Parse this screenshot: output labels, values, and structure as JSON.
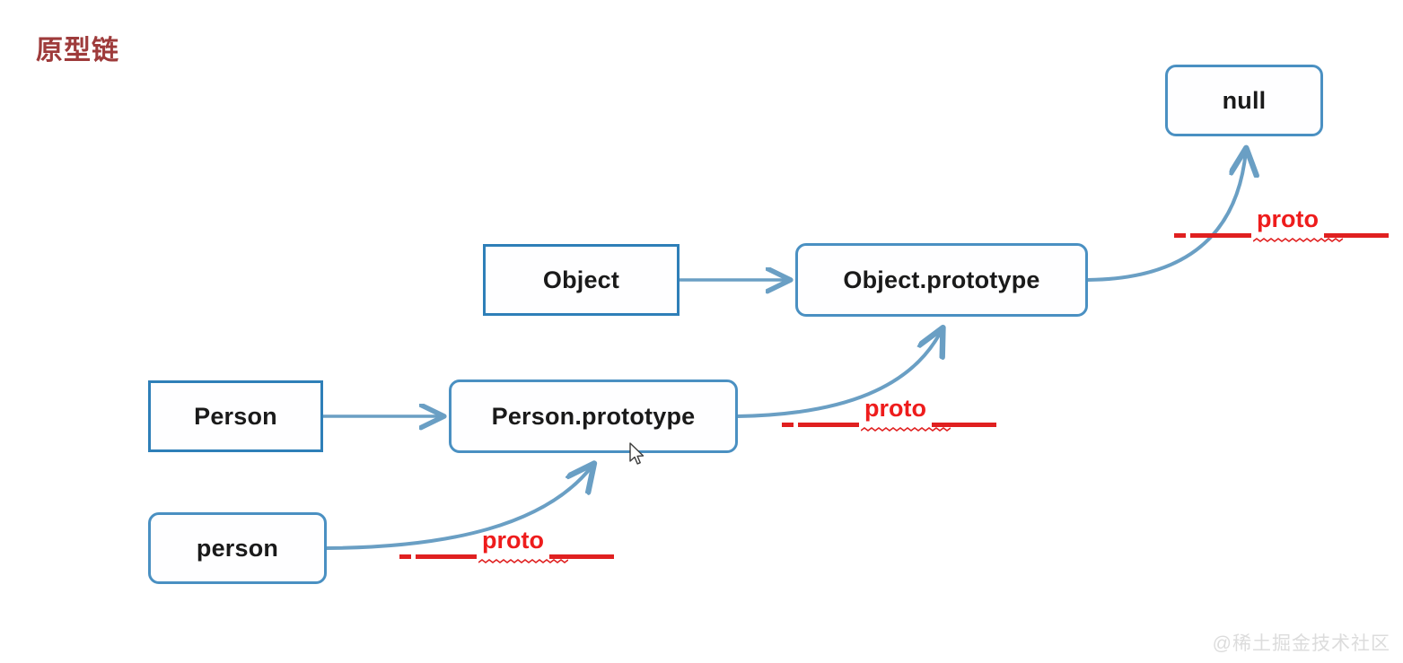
{
  "page": {
    "title": "原型链",
    "title_color": "#9e3b3b",
    "background": "#ffffff",
    "watermark": "@稀土掘金技术社区"
  },
  "theme": {
    "box_border": "#4a90c2",
    "box_border_square": "#2e7fb8",
    "arrow_color": "#6a9fc4",
    "proto_red": "#ee1c1c",
    "dash_red": "#e02020"
  },
  "diagram": {
    "type": "prototype-chain",
    "nodes": [
      {
        "id": "null",
        "label": "null",
        "shape": "rounded"
      },
      {
        "id": "object",
        "label": "Object",
        "shape": "square"
      },
      {
        "id": "object_prototype",
        "label": "Object.prototype",
        "shape": "rounded"
      },
      {
        "id": "person",
        "label": "Person",
        "shape": "square"
      },
      {
        "id": "person_prototype",
        "label": "Person.prototype",
        "shape": "rounded"
      },
      {
        "id": "person_instance",
        "label": "person",
        "shape": "rounded"
      }
    ],
    "edges": [
      {
        "from": "object",
        "to": "object_prototype",
        "style": "straight",
        "label": ""
      },
      {
        "from": "person",
        "to": "person_prototype",
        "style": "straight",
        "label": ""
      },
      {
        "from": "object_prototype",
        "to": "null",
        "style": "curved",
        "label": "__proto__"
      },
      {
        "from": "person_prototype",
        "to": "object_prototype",
        "style": "curved",
        "label": "__proto__"
      },
      {
        "from": "person_instance",
        "to": "person_prototype",
        "style": "curved",
        "label": "__proto__"
      }
    ],
    "labels": {
      "proto_word": "proto",
      "proto_top": "proto",
      "proto_middle": "proto",
      "proto_bottom": "proto"
    }
  }
}
